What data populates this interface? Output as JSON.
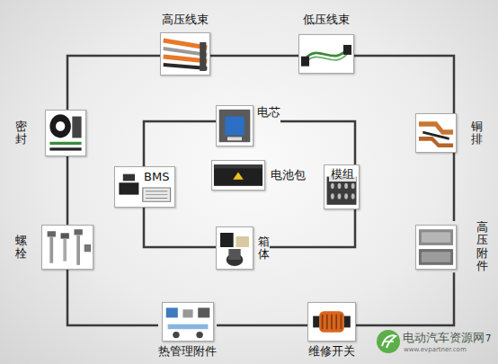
{
  "diagram": {
    "nodes": [
      {
        "text": [
          "高压线束"
        ]
      },
      {
        "text": [
          "低压线束"
        ]
      },
      {
        "text": [
          "电芯"
        ]
      },
      {
        "text": [
          "密封"
        ]
      },
      {
        "text": [
          "铜排"
        ]
      },
      {
        "text": [
          "BMS"
        ]
      },
      {
        "text": [
          "电池包"
        ]
      },
      {
        "text": [
          "模组"
        ]
      },
      {
        "text": [
          "螺栓"
        ]
      },
      {
        "text": [
          "箱体"
        ]
      },
      {
        "text": [
          "高压附件"
        ]
      },
      {
        "text": [
          "热管理附件"
        ]
      },
      {
        "text": [
          "维修开关"
        ]
      }
    ],
    "edges": [
      {
        "from": 0,
        "to": 1,
        "arrow": "none"
      },
      {
        "from": 1,
        "to": 4,
        "arrow": "none"
      },
      {
        "from": 4,
        "to": 10,
        "arrow": "none"
      },
      {
        "from": 10,
        "to": 12,
        "arrow": "none"
      },
      {
        "from": 12,
        "to": 11,
        "arrow": "none"
      },
      {
        "from": 11,
        "to": 8,
        "arrow": "none"
      },
      {
        "from": 8,
        "to": 3,
        "arrow": "none"
      },
      {
        "from": 3,
        "to": 0,
        "arrow": "none"
      },
      {
        "from": 2,
        "to": 7,
        "arrow": "none"
      },
      {
        "from": 7,
        "to": 9,
        "arrow": "none"
      },
      {
        "from": 9,
        "to": 5,
        "arrow": "none"
      },
      {
        "from": 5,
        "to": 2,
        "arrow": "none"
      }
    ],
    "labels": [
      "电动汽车资源网",
      "www.evpartner.com",
      "7"
    ]
  }
}
